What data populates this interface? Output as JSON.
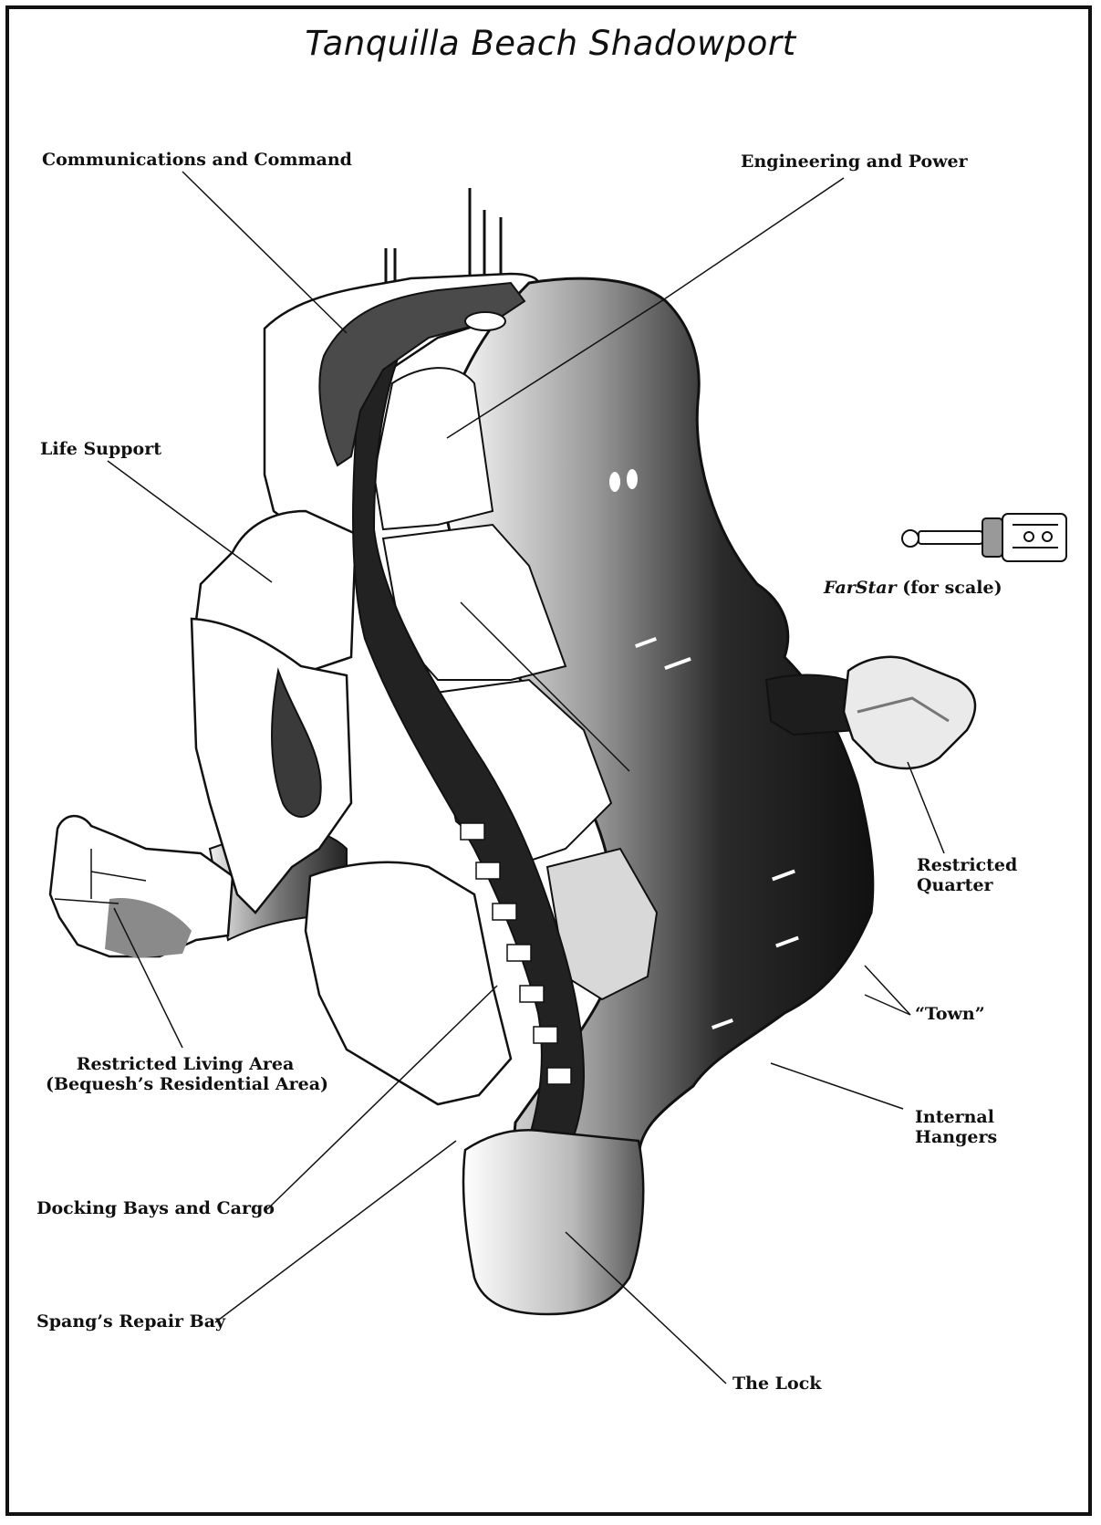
{
  "title": "Tanquilla Beach Shadowport",
  "labels": {
    "comm": "Communications and Command",
    "eng": "Engineering and Power",
    "life": "Life Support",
    "farstar_name": "FarStar",
    "farstar_note": "(for scale)",
    "rq1": "Restricted",
    "rq2": "Quarter",
    "town": "“Town”",
    "hang1": "Internal",
    "hang2": "Hangers",
    "rla1": "Restricted Living Area",
    "rla2": "(Bequesh’s Residential Area)",
    "dock": "Docking Bays and Cargo",
    "spang": "Spang’s Repair Bay",
    "lock": "The Lock"
  },
  "colors": {
    "ink": "#111111",
    "shade_dark": "#1a1a1a",
    "shade_mid": "#6a6a6a",
    "paper": "#ffffff"
  }
}
